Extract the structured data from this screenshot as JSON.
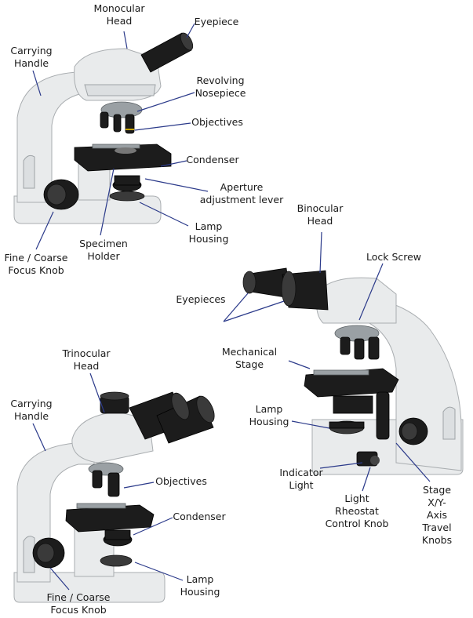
{
  "labels": {
    "monocular_head": "Monocular\nHead",
    "eyepiece": "Eyepiece",
    "carrying_handle_top": "Carrying\nHandle",
    "revolving_nosepiece": "Revolving\nNosepiece",
    "objectives_top": "Objectives",
    "condenser_top": "Condenser",
    "aperture_lever": "Aperture\nadjustment lever",
    "lamp_housing_top": "Lamp\nHousing",
    "specimen_holder": "Specimen\nHolder",
    "focus_knob_top": "Fine / Coarse\nFocus Knob",
    "binocular_head": "Binocular\nHead",
    "lock_screw": "Lock Screw",
    "eyepieces": "Eyepieces",
    "mechanical_stage": "Mechanical\nStage",
    "lamp_housing_right": "Lamp\nHousing",
    "indicator_light": "Indicator\nLight",
    "light_rheostat": "Light\nRheostat\nControl Knob",
    "stage_travel_knobs": "Stage X/Y-\nAxis Travel\nKnobs",
    "trinocular_head": "Trinocular\nHead",
    "carrying_handle_bottom": "Carrying\nHandle",
    "objectives_bottom": "Objectives",
    "condenser_bottom": "Condenser",
    "lamp_housing_bottom": "Lamp\nHousing",
    "focus_knob_bottom": "Fine / Coarse\nFocus Knob"
  },
  "colors": {
    "body": "#e9ebec",
    "black_parts": "#1c1c1c",
    "leader_lines": "#2b3a8a"
  }
}
